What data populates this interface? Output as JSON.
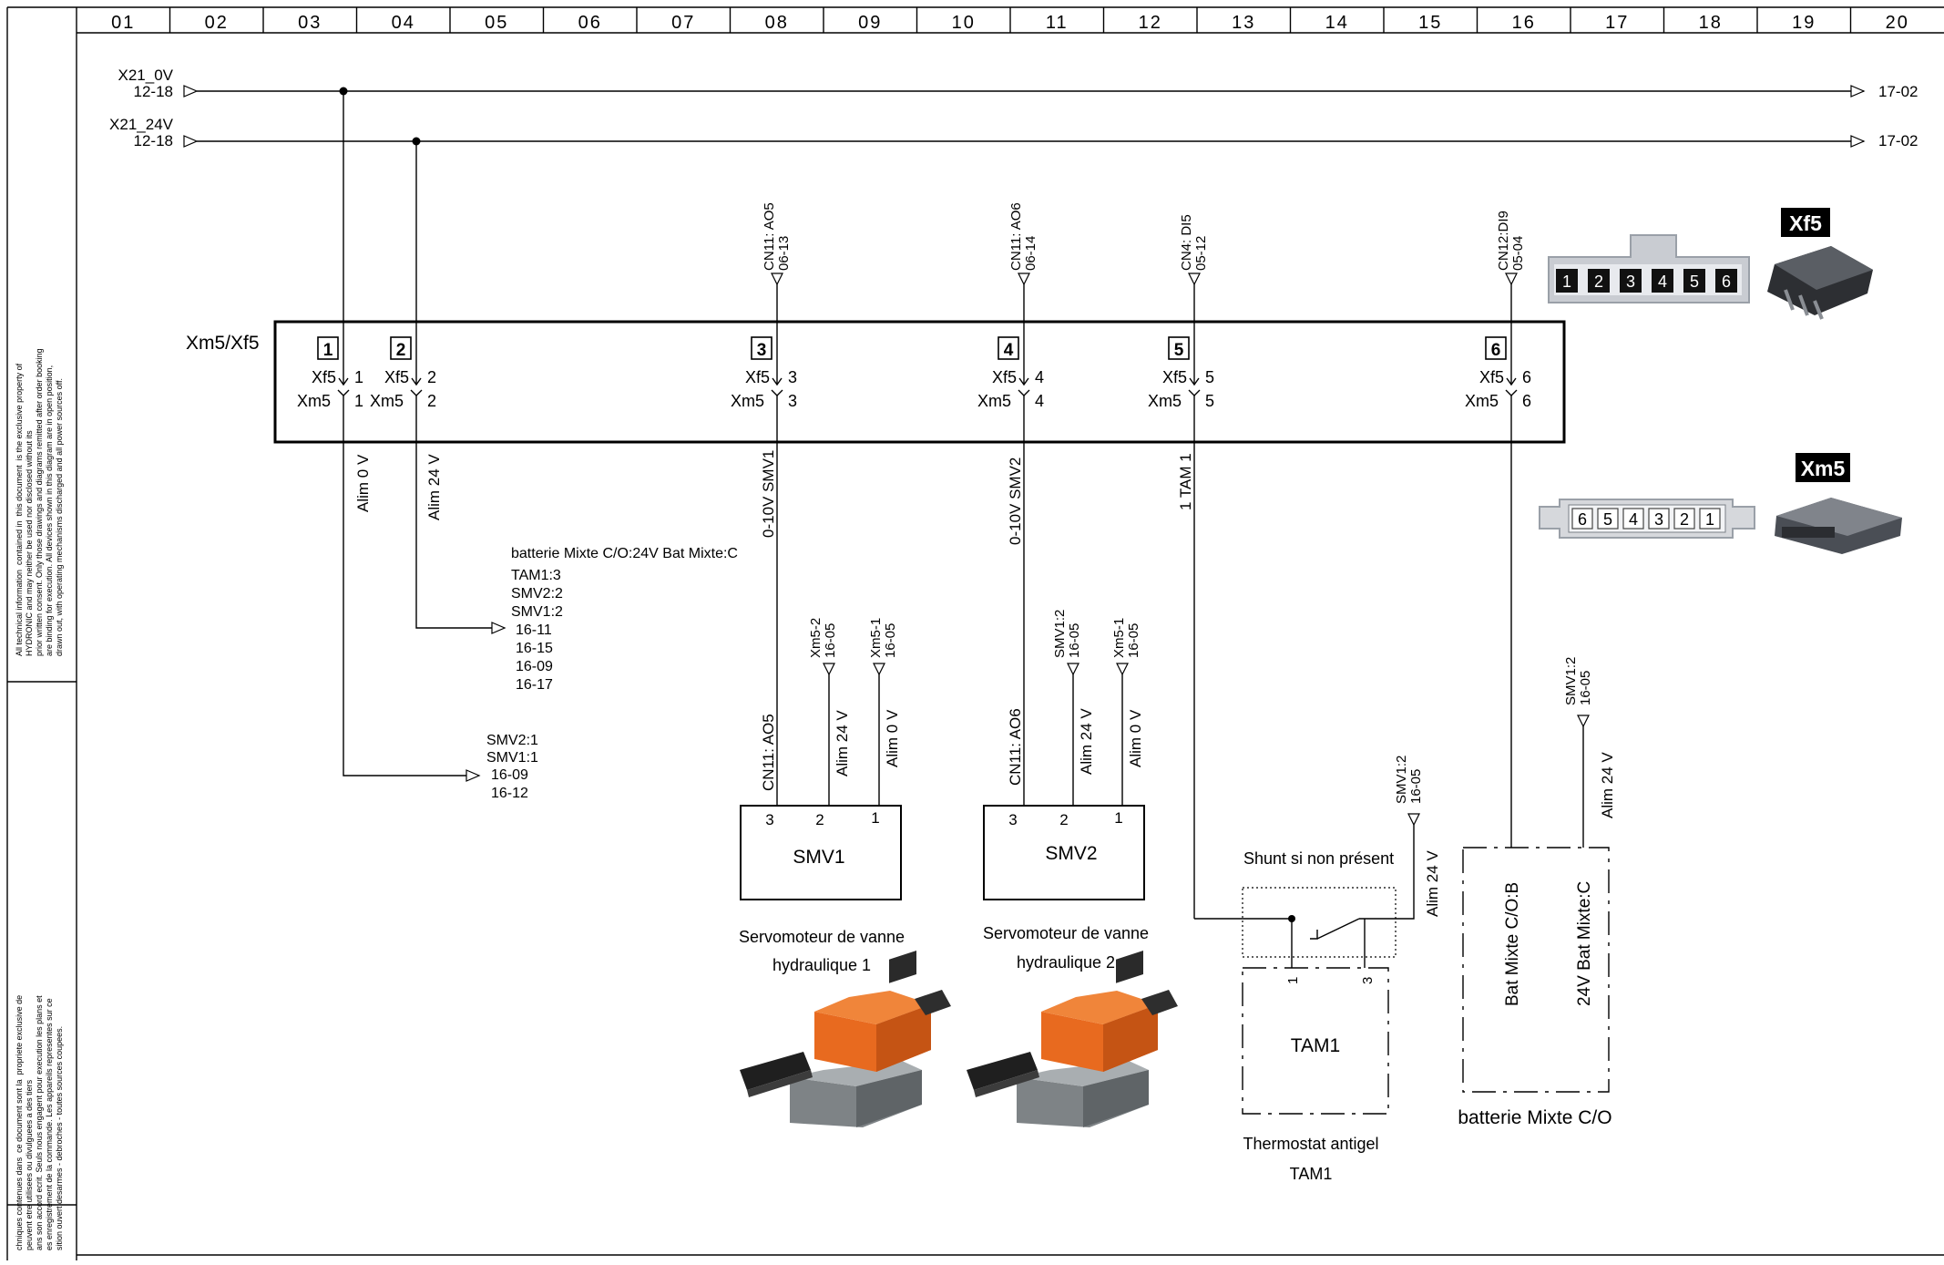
{
  "columns": [
    "01",
    "02",
    "03",
    "04",
    "05",
    "06",
    "07",
    "08",
    "09",
    "10",
    "11",
    "12",
    "13",
    "14",
    "15",
    "16",
    "17",
    "18",
    "19",
    "20"
  ],
  "disclaimer_en": "All technical information  contained in  this document  is the exclusive property of\nHYDRONIC and may neither be used nor disclosed without its\nprior written consent. Only those drawings and diagrams remitted after order booking\nare binding for execution. All devices shown in this diagram are in open position,\ndrawn out, with operating mechanisms discharged and all power sources off.",
  "disclaimer_fr": "chniques contenues dans  ce document sont la  propriete exclusive de\npeuvent etre utilisees ou divulguees a des tiers\nans son accord ecrit. Seuls nous engagent pour execution les plans et\nes enregistrement de la commande. Les appareils representes sur ce\nsition ouvert desarmes - debroches - toutes sources coupees.",
  "rails": [
    {
      "name": "X21_0V",
      "ref": "12-18",
      "out": "17-02"
    },
    {
      "name": "X21_24V",
      "ref": "12-18",
      "out": "17-02"
    }
  ],
  "connector": {
    "name": "Xm5/Xf5",
    "pins": [
      {
        "n": "1",
        "top_label": "",
        "top_ref": "",
        "wire": "Alim 0 V"
      },
      {
        "n": "2",
        "top_label": "",
        "top_ref": "",
        "wire": "Alim 24 V"
      },
      {
        "n": "3",
        "top_label": "CN11: AO5",
        "top_ref": "06-13",
        "wire": "0-10V SMV1"
      },
      {
        "n": "4",
        "top_label": "CN11: AO6",
        "top_ref": "06-14",
        "wire": "0-10V SMV2"
      },
      {
        "n": "5",
        "top_label": "CN4: DI5",
        "top_ref": "05-12",
        "wire": "1 TAM 1"
      },
      {
        "n": "6",
        "top_label": "CN12:DI9",
        "top_ref": "05-04",
        "wire": ""
      }
    ],
    "xf_prefix": "Xf5",
    "xm_prefix": "Xm5"
  },
  "xf5_badge": "Xf5",
  "xm5_badge": "Xm5",
  "xf5_pins": [
    "1",
    "2",
    "3",
    "4",
    "5",
    "6"
  ],
  "xm5_pins": [
    "6",
    "5",
    "4",
    "3",
    "2",
    "1"
  ],
  "xrefs_24v": {
    "title": "batterie Mixte C/O:24V Bat Mixte:C",
    "lines": [
      "TAM1:3",
      "SMV2:2",
      "SMV1:2",
      "16-11",
      "16-15",
      "16-09",
      "16-17"
    ]
  },
  "xrefs_0v": {
    "lines": [
      "SMV2:1",
      "SMV1:1",
      "16-09",
      "16-12"
    ]
  },
  "smv1": {
    "name": "SMV1",
    "pins": [
      "3",
      "2",
      "1"
    ],
    "wire_ao": "CN11: AO5",
    "wire_24": "Alim 24 V",
    "wire_0": "Alim 0 V",
    "ref_24_label": "Xm5-2",
    "ref_24_ref": "16-05",
    "ref_0_label": "Xm5-1",
    "ref_0_ref": "16-05",
    "caption1": "Servomoteur de vanne",
    "caption2": "hydraulique 1"
  },
  "smv2": {
    "name": "SMV2",
    "pins": [
      "3",
      "2",
      "1"
    ],
    "wire_ao": "CN11: AO6",
    "wire_24": "Alim 24 V",
    "wire_0": "Alim 0 V",
    "ref_24_label": "SMV1:2",
    "ref_24_ref": "16-05",
    "ref_0_label": "Xm5-1",
    "ref_0_ref": "16-05",
    "caption1": "Servomoteur de vanne",
    "caption2": "hydraulique 2"
  },
  "tam1": {
    "shunt": "Shunt si non présent",
    "name": "TAM1",
    "pin1": "1",
    "pin3": "3",
    "ref_label": "SMV1:2",
    "ref_ref": "16-05",
    "wire": "Alim 24 V",
    "caption1": "Thermostat antigel",
    "caption2": "TAM1"
  },
  "battery": {
    "ref_label": "SMV1:2",
    "ref_ref": "16-05",
    "wire": "Alim 24 V",
    "left": "Bat Mixte C/O:B",
    "right": "24V Bat Mixte:C",
    "caption": "batterie Mixte C/O"
  }
}
